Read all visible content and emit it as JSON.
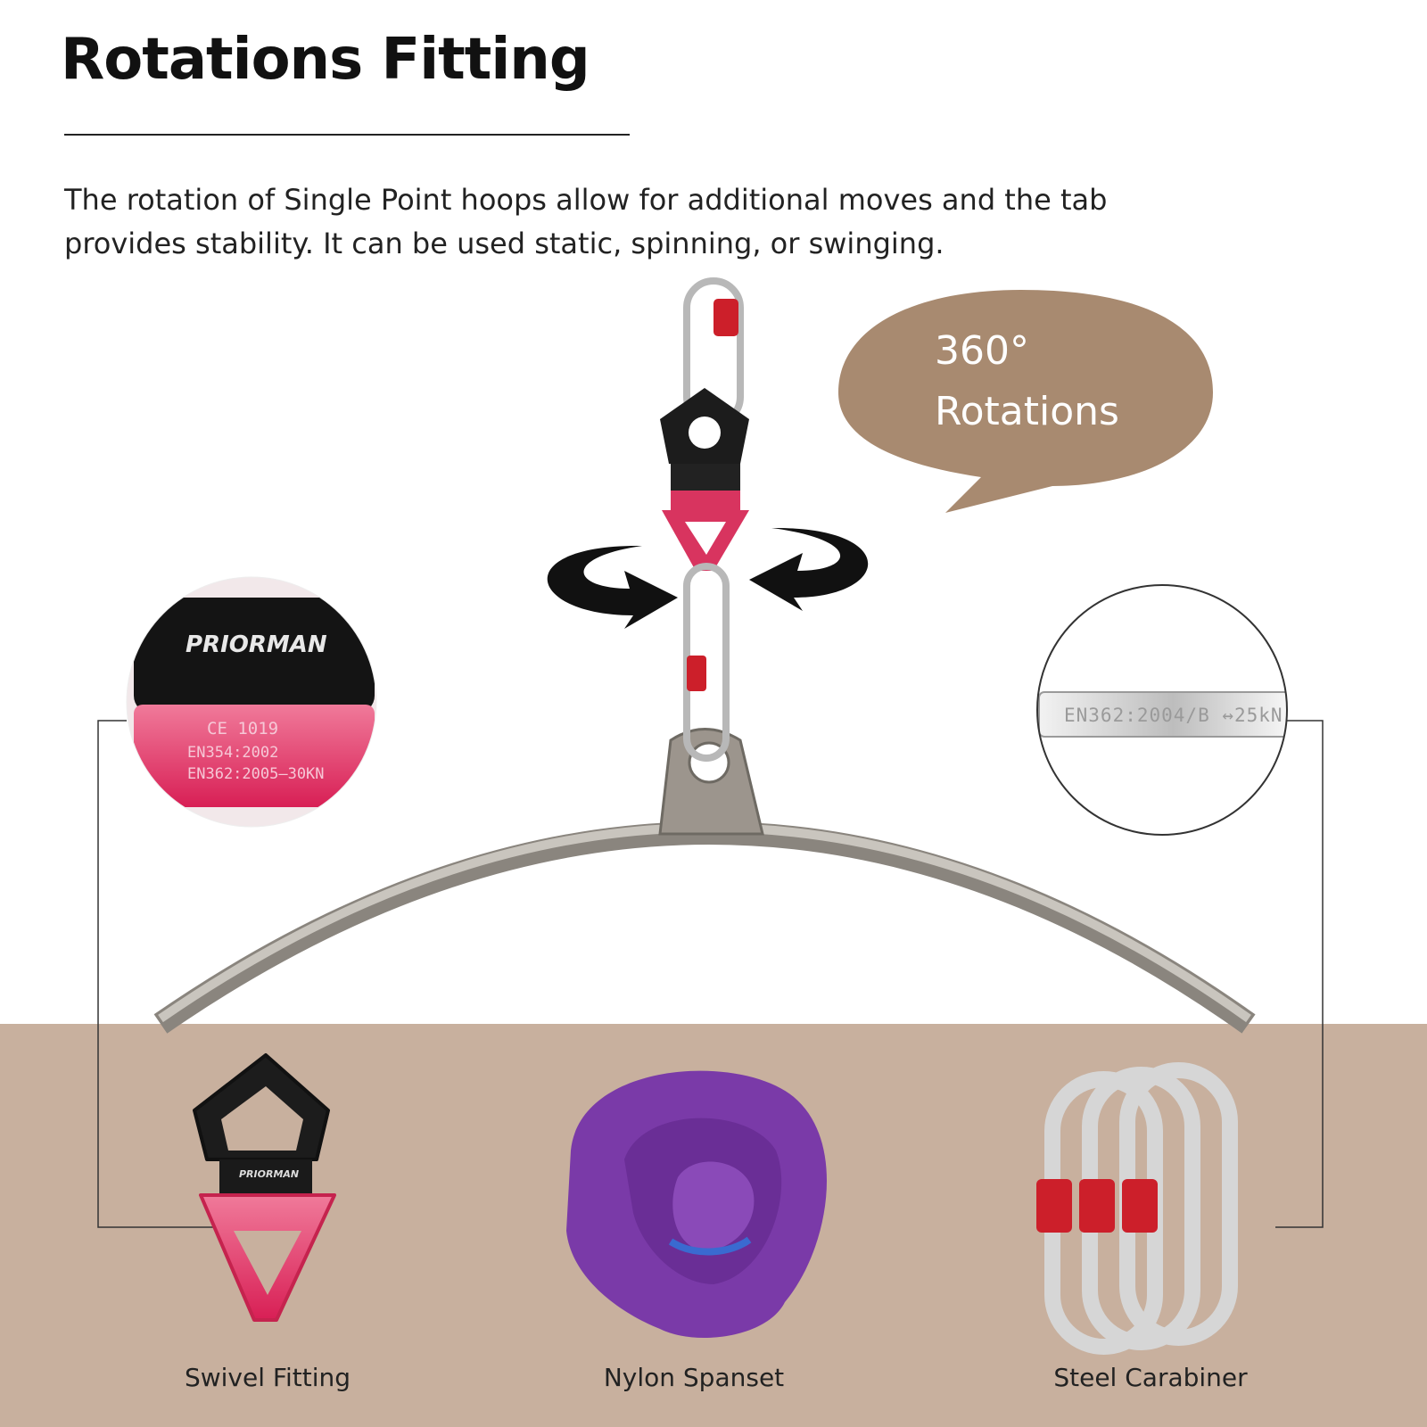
{
  "header": {
    "title": "Rotations Fitting",
    "description": "The rotation of Single Point hoops allow for additional moves and the tab provides stability. It can be used static, spinning, or swinging."
  },
  "bubble": {
    "line1": "360°",
    "line2": "Rotations",
    "color": "#a88a70"
  },
  "zoom_swivel": {
    "brand": "PRIORMAN",
    "stamp1": "CE 1019",
    "stamp2": "EN354:2002",
    "stamp3": "EN362:2005—30KN"
  },
  "zoom_carabiner": {
    "stamp": "EN362:2004/B ↔25kN"
  },
  "products": [
    {
      "label": "Swivel Fitting",
      "brand": "PRIORMAN"
    },
    {
      "label": "Nylon Spanset"
    },
    {
      "label": "Steel Carabiner"
    }
  ],
  "colors": {
    "band": "#c8b09e",
    "swivel_red": "#e0406a",
    "swivel_black": "#1c1c1c",
    "spanset_purple": "#7a3aa8",
    "carabiner_lock": "#cc1f2a"
  }
}
